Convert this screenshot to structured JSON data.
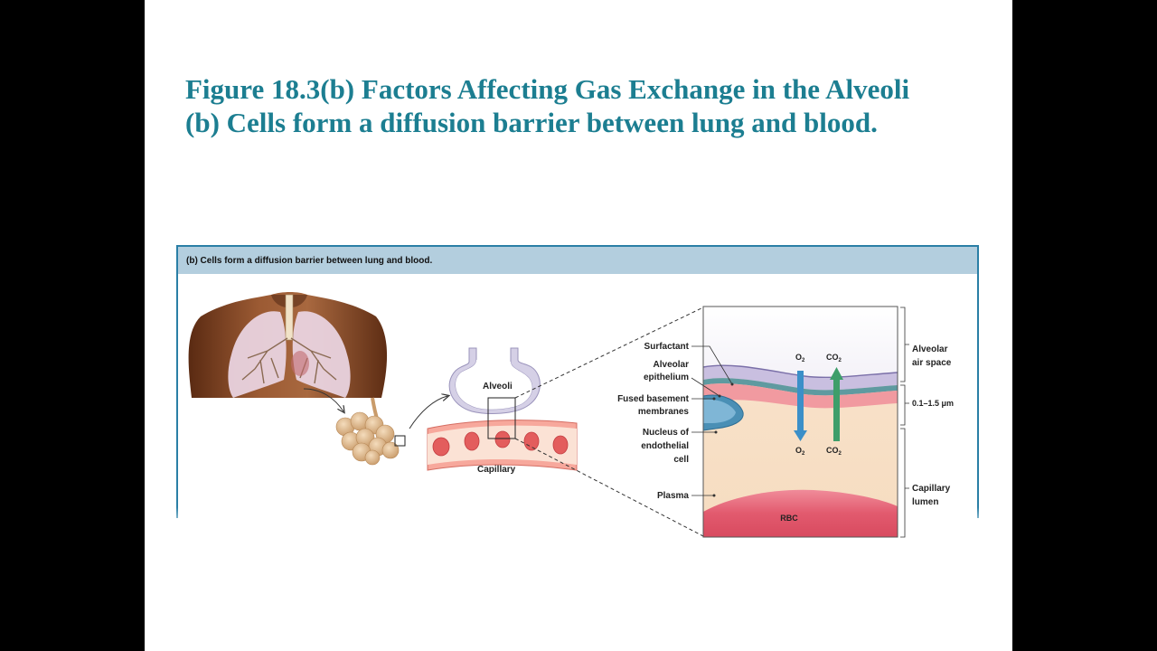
{
  "slide": {
    "title_line1": "Figure 18.3(b) Factors Affecting Gas Exchange in the Alveoli",
    "title_line2": "(b) Cells form a diffusion barrier between lung and blood."
  },
  "figure": {
    "header": "(b) Cells form a diffusion barrier between lung and blood.",
    "labels": {
      "alveoli": "Alveoli",
      "capillary": "Capillary",
      "surfactant": "Surfactant",
      "alveolar_epithelium_1": "Alveolar",
      "alveolar_epithelium_2": "epithelium",
      "fused_basement_1": "Fused basement",
      "fused_basement_2": "membranes",
      "nucleus_1": "Nucleus of",
      "nucleus_2": "endothelial",
      "nucleus_3": "cell",
      "plasma": "Plasma",
      "rbc": "RBC",
      "o2_top": "O",
      "co2_top": "CO",
      "o2_bottom": "O",
      "co2_bottom": "CO",
      "subscript_2": "2",
      "alveolar_air_space_1": "Alveolar",
      "alveolar_air_space_2": "air space",
      "thickness": "0.1–1.5 μm",
      "capillary_lumen_1": "Capillary",
      "capillary_lumen_2": "lumen"
    },
    "colors": {
      "o2_arrow": "#3b8fc8",
      "co2_arrow": "#3e9e6a",
      "title": "#1c7e91",
      "header_bg": "#b3cede",
      "frame": "#2a7fa6"
    }
  }
}
